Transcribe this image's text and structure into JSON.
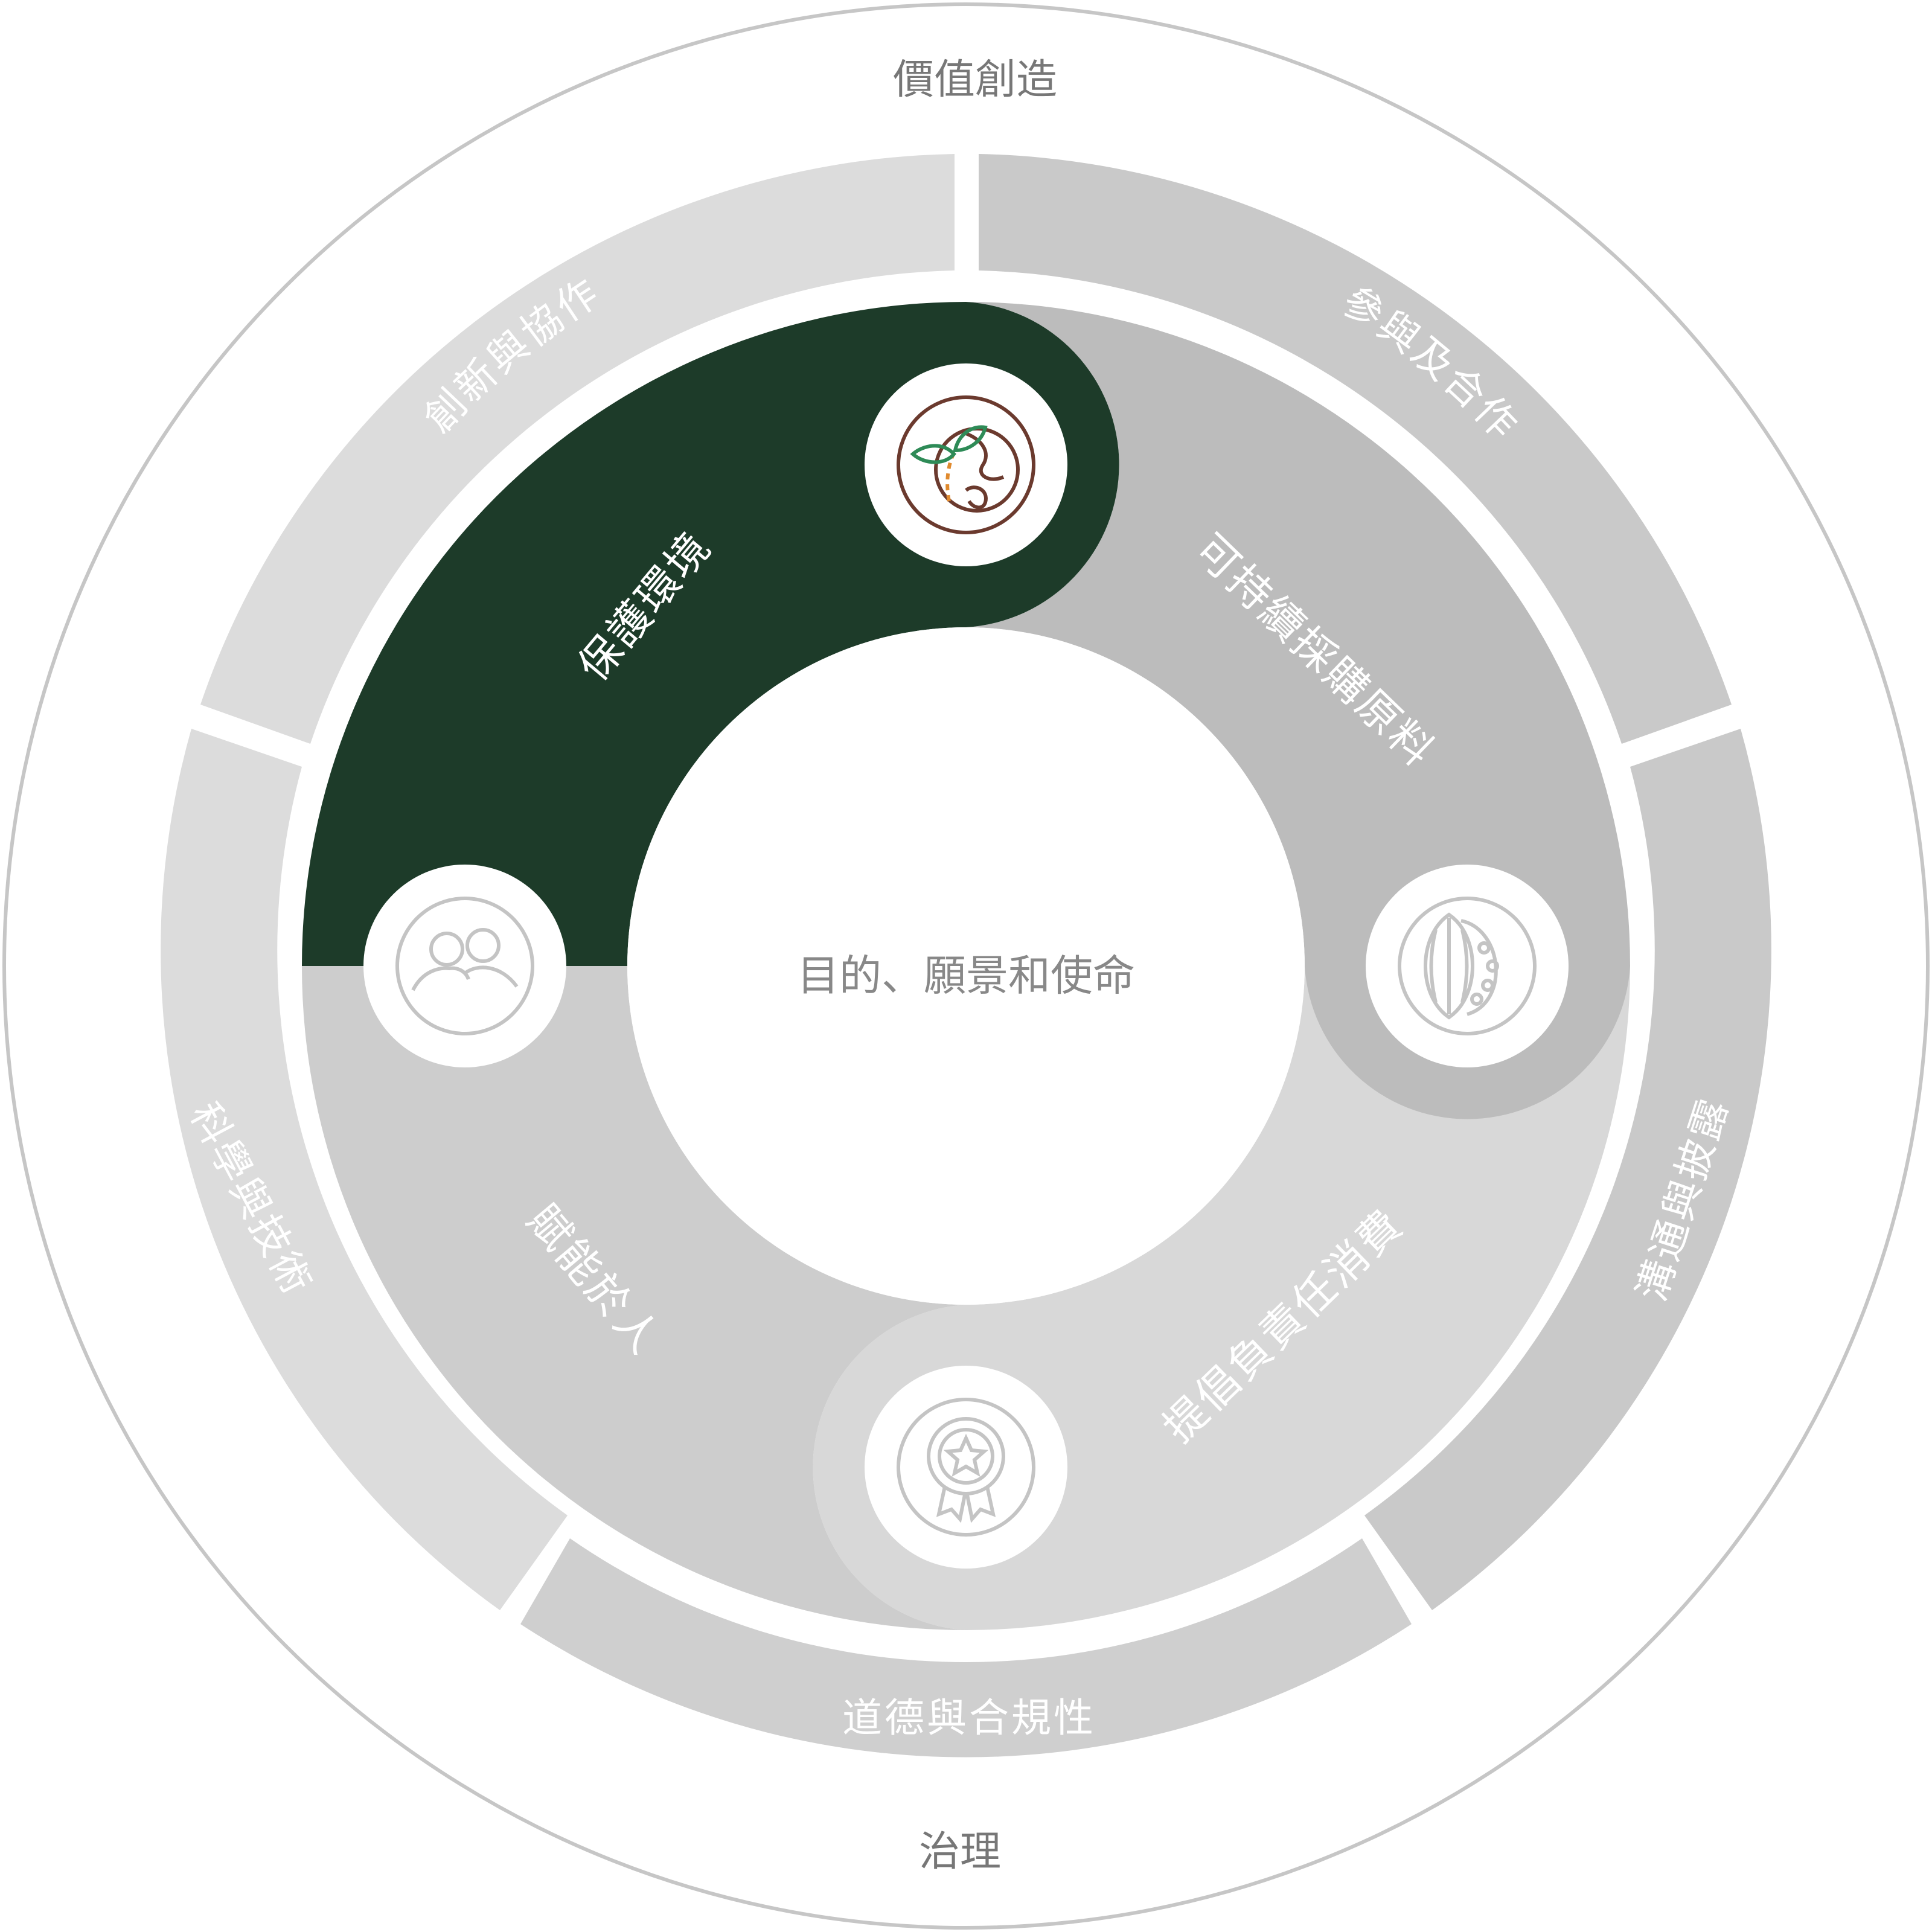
{
  "title_top": "價值創造",
  "title_bottom": "治理",
  "center_text": "目的、願景和使命",
  "outer_ring": [
    {
      "id": "innovation",
      "label": "創新與協作"
    },
    {
      "id": "engagement",
      "label": "參與及合作"
    },
    {
      "id": "communication",
      "label": "溝通與披露"
    },
    {
      "id": "ethics",
      "label": "道德與合規性"
    },
    {
      "id": "science",
      "label": "科學與技術"
    }
  ],
  "pillars": [
    {
      "id": "environment",
      "label": "保護環境",
      "icon": "earth-sprout-icon",
      "active": true
    },
    {
      "id": "sourcing",
      "label": "可持續採購原料",
      "icon": "cocoa-pod-icon",
      "active": false
    },
    {
      "id": "consumption",
      "label": "提倡負責任消費",
      "icon": "award-ribbon-icon",
      "active": false
    },
    {
      "id": "people",
      "label": "賦能於人",
      "icon": "people-icon",
      "active": false
    }
  ],
  "colors": {
    "active": "#1d3b29",
    "outer_light": "#dcdcdc",
    "outer_mid": "#c9c9c9",
    "pill_people": "#cdcdcd",
    "pill_consumption": "#d8d8d8",
    "pill_sourcing": "#bcbcbc",
    "icon_gray": "#c4c4c4",
    "icon_brown": "#6b3a2e",
    "icon_green": "#2e8b57",
    "icon_orange": "#e08a2e"
  }
}
